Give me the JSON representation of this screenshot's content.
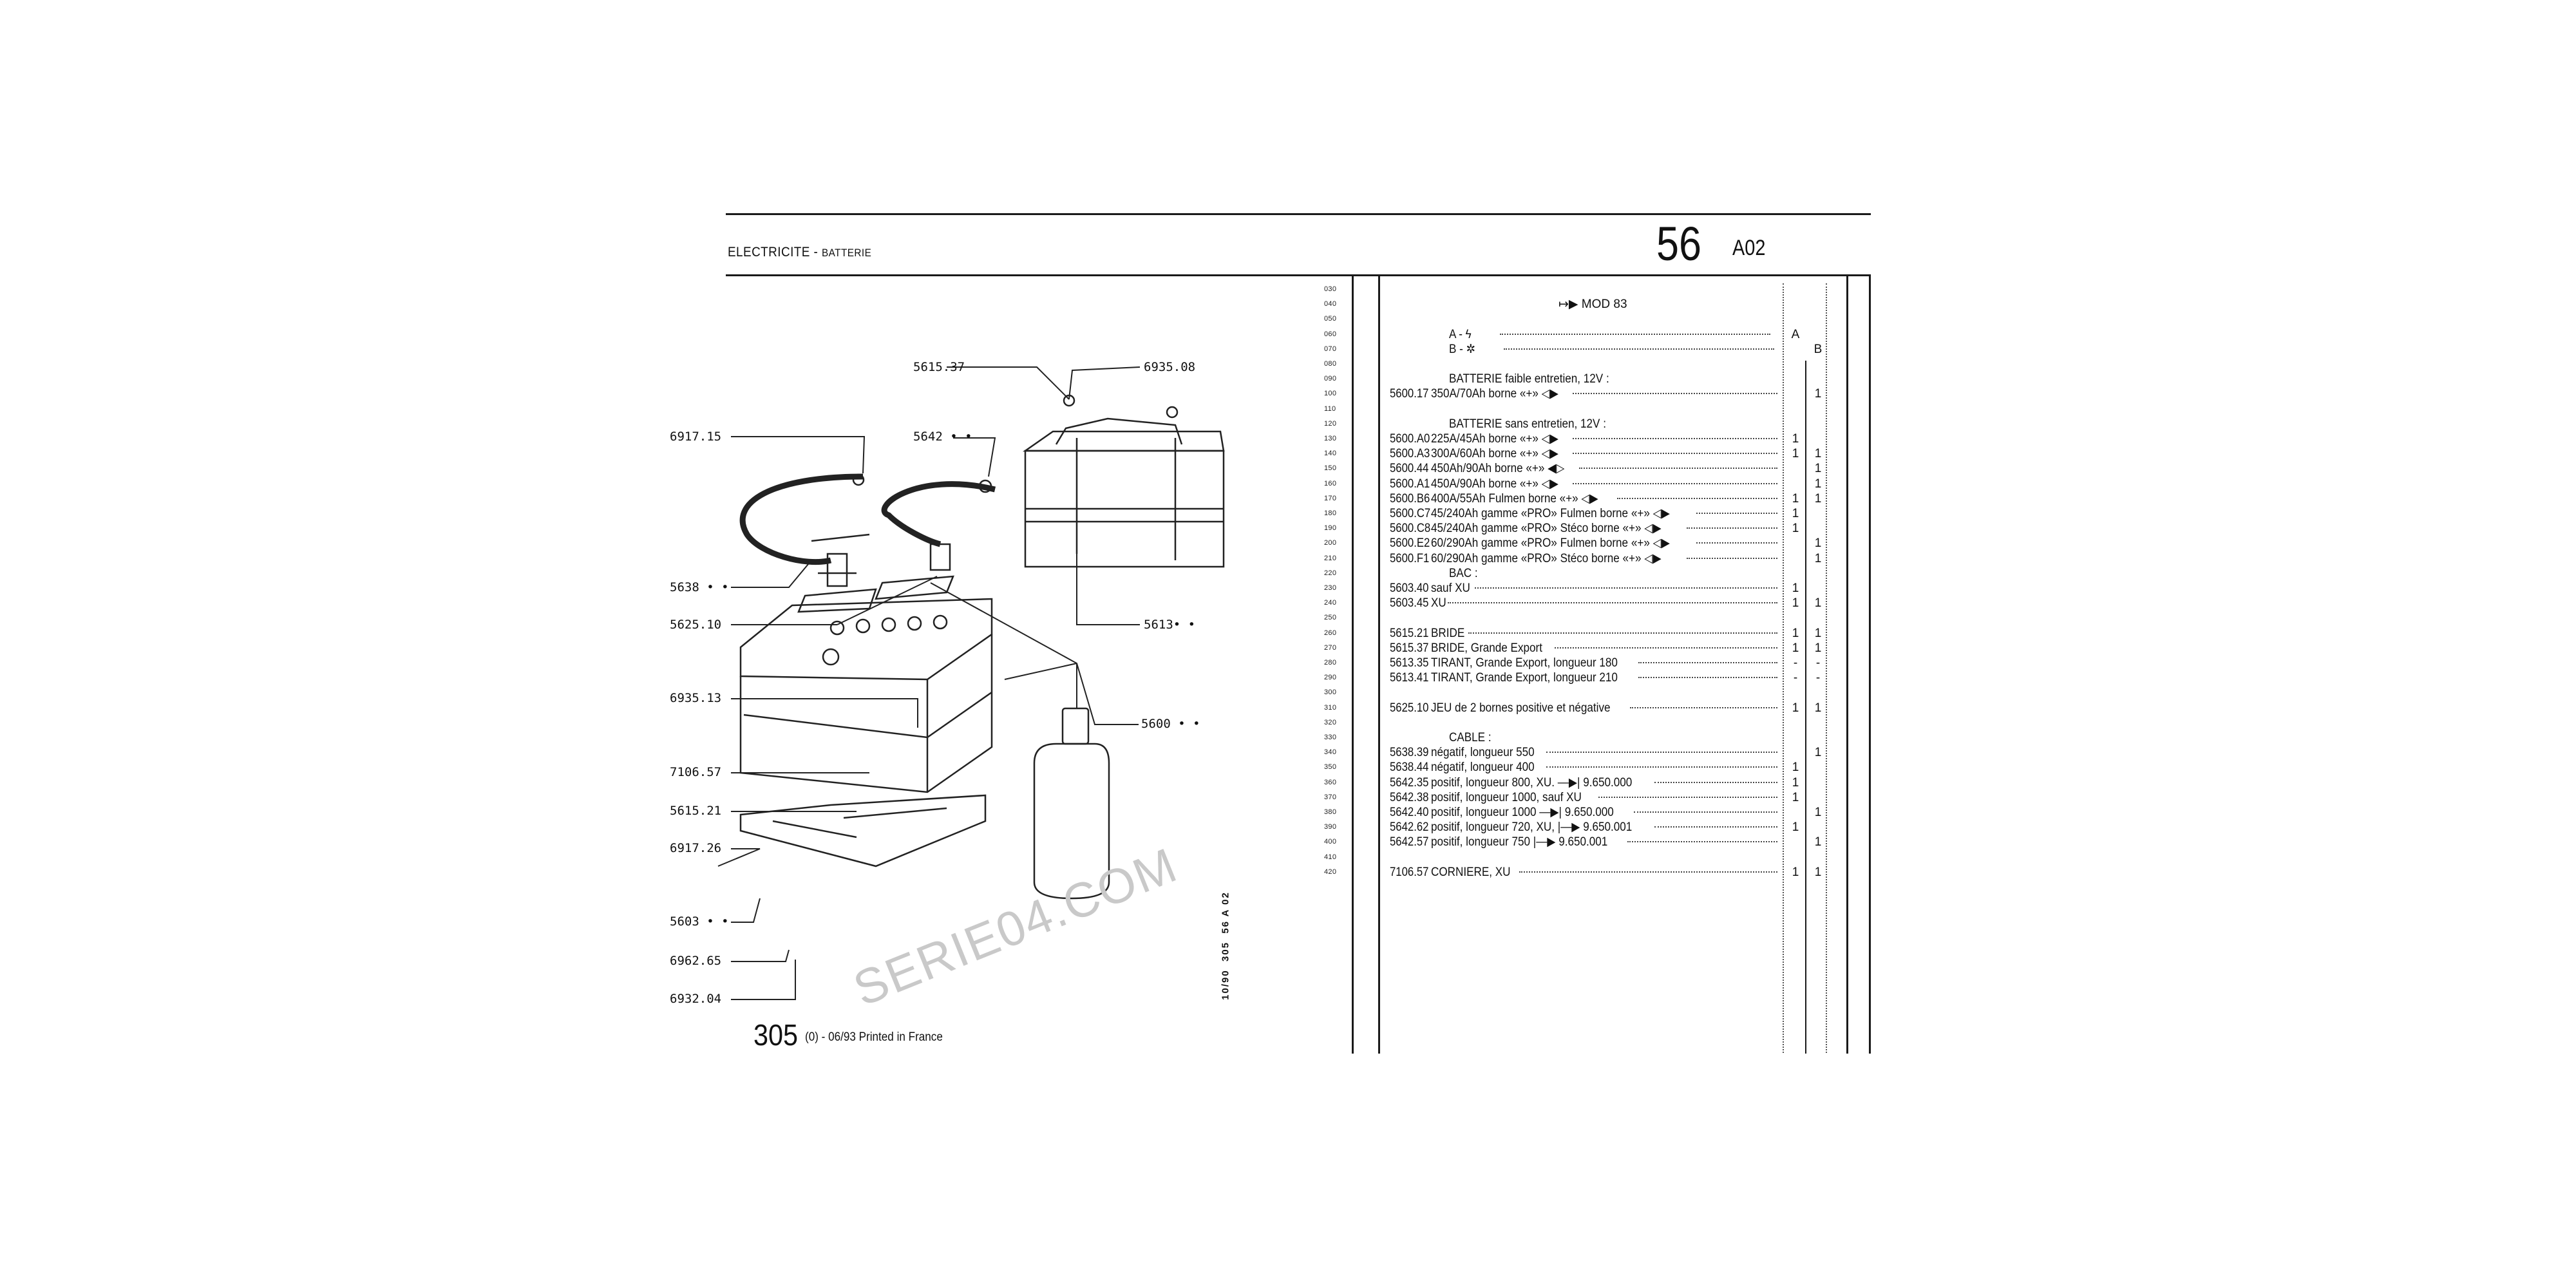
{
  "header": {
    "title": "ELECTRICITE - ",
    "title_sub": "BATTERIE",
    "group": "56",
    "plate": "A02"
  },
  "watermark": "SERIE04.COM",
  "drawing_labels": {
    "l5615_37": "5615.37",
    "l6935_08": "6935.08",
    "l6917_15": "6917.15",
    "l5642": "5642 • •",
    "l5638": "5638 • •",
    "l5625_10": "5625.10",
    "l5613": "5613• •",
    "l6935_13": "6935.13",
    "l5600": "5600 • •",
    "l7106_57": "7106.57",
    "l5615_21": "5615.21",
    "l6917_26": "6917.26",
    "l5603": "5603 • •",
    "l6962_65": "6962.65",
    "l6932_04": "6932.04"
  },
  "table": {
    "col_a": "A",
    "col_b": "B",
    "rows": [
      {
        "line": "030"
      },
      {
        "line": "040",
        "center": "↦▶ MOD 83"
      },
      {
        "line": "050"
      },
      {
        "line": "060",
        "heading": "A - ϟ",
        "leader": true,
        "a": "A"
      },
      {
        "line": "070",
        "heading": "B - ✲",
        "leader": true,
        "b": "B"
      },
      {
        "line": "080"
      },
      {
        "line": "090",
        "heading": "BATTERIE faible entretien, 12V :"
      },
      {
        "line": "100",
        "ref": "5600.17",
        "desc": "350A/70Ah borne «+» ◁▶",
        "b": "1"
      },
      {
        "line": "110"
      },
      {
        "line": "120",
        "heading": "BATTERIE sans entretien, 12V :"
      },
      {
        "line": "130",
        "ref": "5600.A0",
        "desc": "225A/45Ah borne «+» ◁▶",
        "a": "1"
      },
      {
        "line": "140",
        "ref": "5600.A3",
        "desc": "300A/60Ah borne «+» ◁▶",
        "a": "1",
        "b": "1"
      },
      {
        "line": "150",
        "ref": "5600.44",
        "desc": "450Ah/90Ah borne «+» ◀▷",
        "b": "1"
      },
      {
        "line": "160",
        "ref": "5600.A1",
        "desc": "450A/90Ah borne «+» ◁▶",
        "b": "1"
      },
      {
        "line": "170",
        "ref": "5600.B6",
        "desc": "400A/55Ah Fulmen borne «+» ◁▶",
        "a": "1",
        "b": "1"
      },
      {
        "line": "180",
        "ref": "5600.C7",
        "desc": "45/240Ah gamme «PRO» Fulmen borne «+» ◁▶",
        "a": "1"
      },
      {
        "line": "190",
        "ref": "5600.C8",
        "desc": "45/240Ah gamme «PRO» Stéco borne «+» ◁▶",
        "a": "1"
      },
      {
        "line": "200",
        "ref": "5600.E2",
        "desc": "60/290Ah gamme «PRO» Fulmen borne «+» ◁▶",
        "b": "1"
      },
      {
        "line": "210",
        "ref": "5600.F1",
        "desc": "60/290Ah gamme «PRO» Stéco borne «+» ◁▶",
        "b": "1"
      },
      {
        "line": "220",
        "heading": "BAC :"
      },
      {
        "line": "230",
        "ref": "5603.40",
        "desc": "sauf XU",
        "a": "1"
      },
      {
        "line": "240",
        "ref": "5603.45",
        "desc": "XU",
        "a": "1",
        "b": "1"
      },
      {
        "line": "250"
      },
      {
        "line": "260",
        "ref": "5615.21",
        "desc": "BRIDE",
        "a": "1",
        "b": "1"
      },
      {
        "line": "270",
        "ref": "5615.37",
        "desc": "BRIDE, Grande Export",
        "a": "1",
        "b": "1"
      },
      {
        "line": "280",
        "ref": "5613.35",
        "desc": "TIRANT, Grande Export, longueur 180",
        "a": "-",
        "b": "-"
      },
      {
        "line": "290",
        "ref": "5613.41",
        "desc": "TIRANT, Grande Export, longueur 210",
        "a": "-",
        "b": "-"
      },
      {
        "line": "300"
      },
      {
        "line": "310",
        "ref": "5625.10",
        "desc": "JEU de 2 bornes positive et négative",
        "a": "1",
        "b": "1"
      },
      {
        "line": "320"
      },
      {
        "line": "330",
        "heading": "CABLE :"
      },
      {
        "line": "340",
        "ref": "5638.39",
        "desc": "négatif, longueur 550",
        "b": "1"
      },
      {
        "line": "350",
        "ref": "5638.44",
        "desc": "négatif, longueur 400",
        "a": "1"
      },
      {
        "line": "360",
        "ref": "5642.35",
        "desc": "positif, longueur 800, XU. —▶| 9.650.000",
        "a": "1"
      },
      {
        "line": "370",
        "ref": "5642.38",
        "desc": "positif, longueur 1000, sauf XU",
        "a": "1"
      },
      {
        "line": "380",
        "ref": "5642.40",
        "desc": "positif, longueur 1000 —▶| 9.650.000",
        "b": "1"
      },
      {
        "line": "390",
        "ref": "5642.62",
        "desc": "positif, longueur 720, XU, |—▶ 9.650.001",
        "a": "1"
      },
      {
        "line": "400",
        "ref": "5642.57",
        "desc": "positif, longueur 750 |—▶ 9.650.001",
        "b": "1"
      },
      {
        "line": "410"
      },
      {
        "line": "420",
        "ref": "7106.57",
        "desc": "CORNIERE, XU",
        "a": "1",
        "b": "1"
      }
    ]
  },
  "footer": {
    "model": "305",
    "edition": "(0) - 06/93 Printed in France",
    "vertical_ref": "10/90  305  56 A 02"
  }
}
